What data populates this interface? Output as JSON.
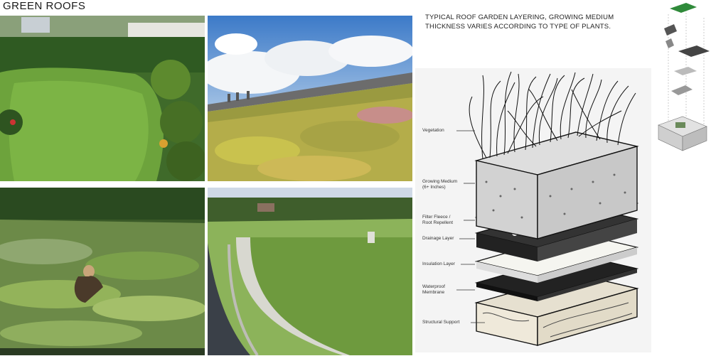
{
  "page": {
    "title": "GREEN ROOFS",
    "caption": "TYPICAL ROOF GARDEN LAYERING, GROWING MEDIUM THICKNESS VARIES ACCORDING TO TYPE OF PLANTS."
  },
  "diagram": {
    "layers": [
      {
        "label": "Vegetation"
      },
      {
        "label": "Growing Medium\n(6+ Inches)"
      },
      {
        "label": "Filter Fleece /\nRoot Repellent"
      },
      {
        "label": "Drainage Layer"
      },
      {
        "label": "Insulation Layer"
      },
      {
        "label": "Waterproof\nMembrane"
      },
      {
        "label": "Structural Support"
      }
    ]
  },
  "colors": {
    "lawn": "#5f9a35",
    "sedum": "#b8b04a",
    "sky": "#5a8fd0",
    "concrete": "#d9d9d2"
  }
}
